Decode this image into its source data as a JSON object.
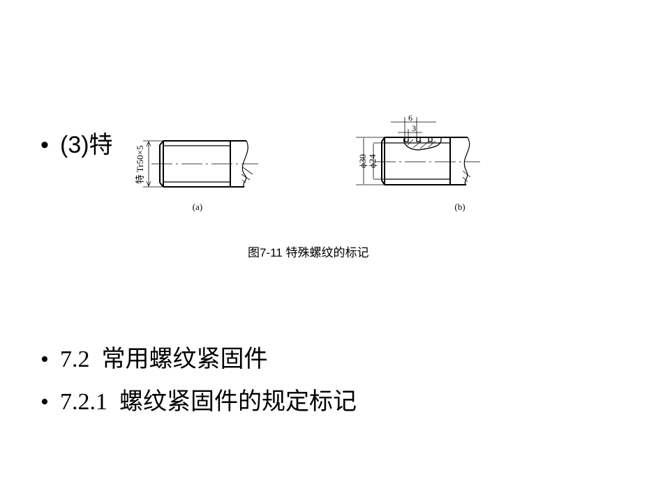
{
  "bullets": [
    {
      "text": "(3)特"
    },
    {
      "text": "7.2  常用螺纹紧固件"
    },
    {
      "text": "7.2.1  螺纹紧固件的规定标记"
    }
  ],
  "bullet_char": "•",
  "figure": {
    "a": {
      "dimension": "特 Tr50×5",
      "label": "(a)"
    },
    "b": {
      "dim_outer": "ϕ30",
      "dim_inner": "ϕ24",
      "pitch": "6",
      "width": "3",
      "label": "(b)"
    },
    "caption": "图7-11  特殊螺纹的标记"
  }
}
